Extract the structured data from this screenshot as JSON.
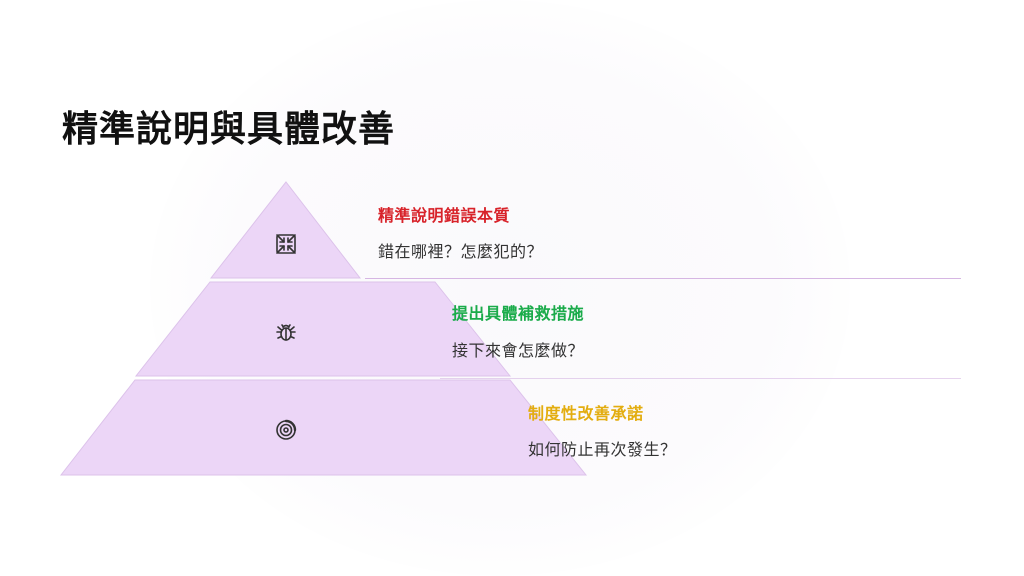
{
  "slide": {
    "title": "精準說明與具體改善"
  },
  "pyramid": {
    "fill_color": "#ecd6f7",
    "stroke_color": "#dcc2ea",
    "divider_color": "#d6b6e3",
    "levels": [
      {
        "heading": "精準說明錯誤本質",
        "description": "錯在哪裡？怎麼犯的？",
        "heading_color": "#d8232a",
        "icon": "compress-arrows-icon"
      },
      {
        "heading": "提出具體補救措施",
        "description": "接下來會怎麼做？",
        "heading_color": "#1aab4a",
        "icon": "bug-icon"
      },
      {
        "heading": "制度性改善承諾",
        "description": "如何防止再次發生？",
        "heading_color": "#e3ad10",
        "icon": "target-icon"
      }
    ]
  }
}
